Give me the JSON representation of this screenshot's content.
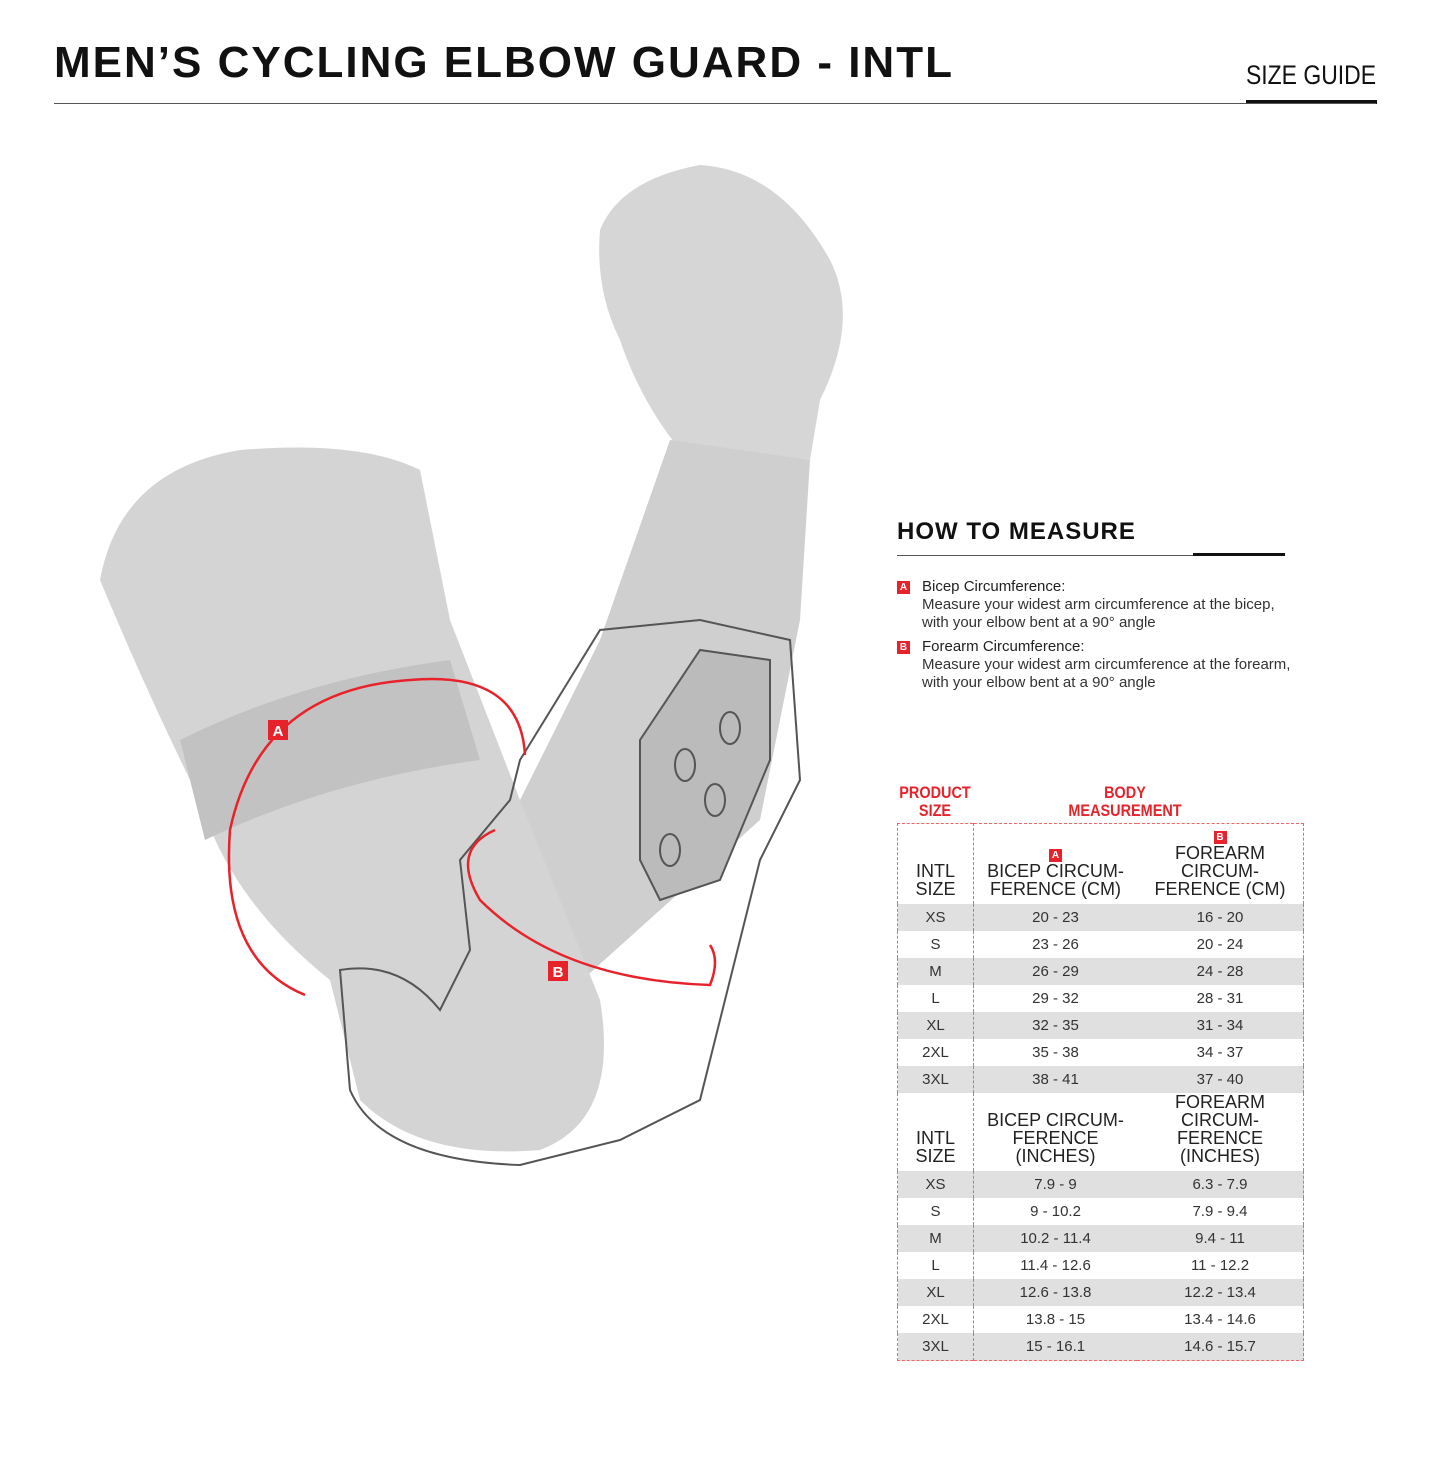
{
  "header": {
    "title": "MEN’S CYCLING ELBOW GUARD - INTL",
    "guide": "SIZE GUIDE"
  },
  "illustration": {
    "marker_a": "A",
    "marker_b": "B"
  },
  "how_to_measure": {
    "title": "HOW TO MEASURE",
    "items": [
      {
        "badge": "A",
        "heading": "Bicep Circumference:",
        "line1": "Measure your widest arm circumference at the bicep,",
        "line2": "with your elbow bent at a 90° angle"
      },
      {
        "badge": "B",
        "heading": "Forearm Circumference:",
        "line1": "Measure your widest arm circumference at the forearm,",
        "line2": "with your elbow bent at a 90° angle"
      }
    ]
  },
  "table": {
    "product_size": "PRODUCT SIZE",
    "body_measurement": "BODY MEASUREMENT",
    "badge_a": "A",
    "badge_b": "B",
    "cm_headers": [
      "INTL SIZE",
      "BICEP CIRCUM- FERENCE (CM)",
      "FOREARM CIRCUM- FERENCE (CM)"
    ],
    "cm_rows": [
      [
        "XS",
        "20 - 23",
        "16 - 20"
      ],
      [
        "S",
        "23 - 26",
        "20 - 24"
      ],
      [
        "M",
        "26 - 29",
        "24 - 28"
      ],
      [
        "L",
        "29 - 32",
        "28 - 31"
      ],
      [
        "XL",
        "32 - 35",
        "31 - 34"
      ],
      [
        "2XL",
        "35 - 38",
        "34 - 37"
      ],
      [
        "3XL",
        "38 - 41",
        "37 - 40"
      ]
    ],
    "in_headers": [
      "INTL SIZE",
      "BICEP CIRCUM- FERENCE (INCHES)",
      "FOREARM CIRCUM- FERENCE (INCHES)"
    ],
    "in_rows": [
      [
        "XS",
        "7.9 - 9",
        "6.3 - 7.9"
      ],
      [
        "S",
        "9 - 10.2",
        "7.9 - 9.4"
      ],
      [
        "M",
        "10.2 - 11.4",
        "9.4 - 11"
      ],
      [
        "L",
        "11.4 - 12.6",
        "11 - 12.2"
      ],
      [
        "XL",
        "12.6 - 13.8",
        "12.2 - 13.4"
      ],
      [
        "2XL",
        "13.8 - 15",
        "13.4 - 14.6"
      ],
      [
        "3XL",
        "15 - 16.1",
        "14.6 - 15.7"
      ]
    ]
  },
  "colors": {
    "accent": "#e8222a",
    "row_alt": "#e0e0e0"
  }
}
